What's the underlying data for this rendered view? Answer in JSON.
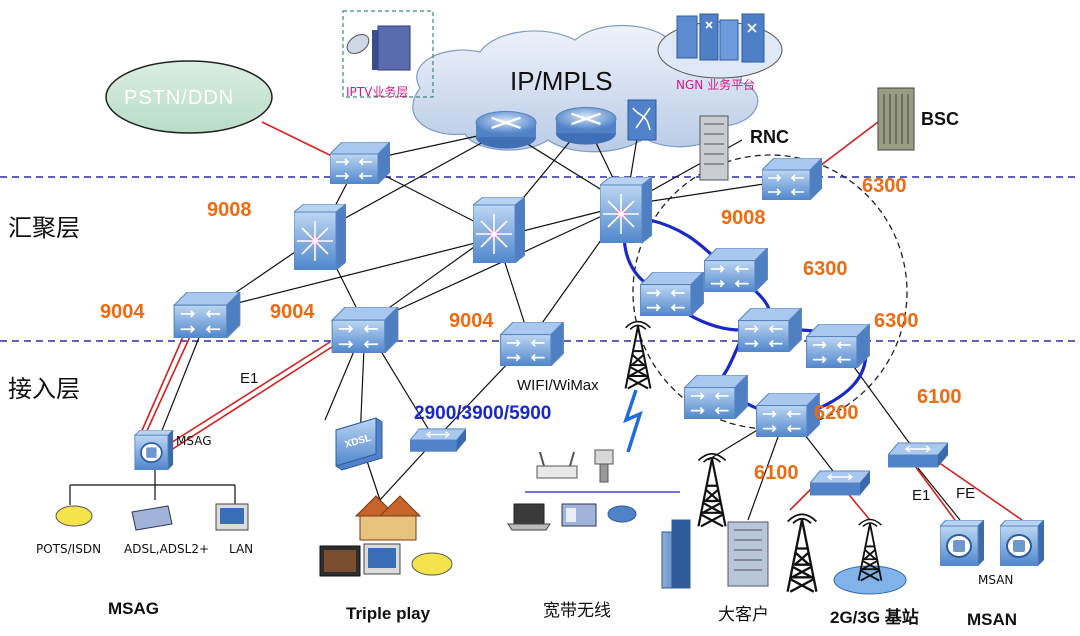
{
  "layers": {
    "aggregation": "汇聚层",
    "access": "接入层"
  },
  "cloud": {
    "title": "IP/MPLS"
  },
  "oval": {
    "label": "PSTN/DDN"
  },
  "platforms": {
    "iptv": "IPTV业务层",
    "ngn": "NGN 业务平台"
  },
  "nodes": {
    "rnc": "RNC",
    "bsc": "BSC",
    "msag_device": "MSAG",
    "msan_device": "MSAN"
  },
  "models": {
    "m9008_left": "9008",
    "m9008_right": "9008",
    "m9004_left": "9004",
    "m9004_mid": "9004",
    "m9004_right": "9004",
    "m6300_top": "6300",
    "m6300_mid": "6300",
    "m6300_right": "6300",
    "m6200": "6200",
    "m6100_right": "6100",
    "m6100_bottom": "6100",
    "series": "2900/3900/5900"
  },
  "links": {
    "e1_left": "E1",
    "e1_right": "E1",
    "fe": "FE"
  },
  "wireless": "WIFI/WiMax",
  "device_labels": {
    "xdsl": "XDSL",
    "pots": "POTS/ISDN",
    "adsl": "ADSL,ADSL2+",
    "lan": "LAN"
  },
  "captions": {
    "msag": "MSAG",
    "triple": "Triple play",
    "broadband": "宽带无线",
    "enterprise": "大客户",
    "basestation": "2G/3G 基站",
    "msan": "MSAN"
  },
  "colors": {
    "model_label": "#f06a10",
    "ring": "#1a28c8",
    "link_red": "#d42020",
    "layer_divider": "#2a2aa8",
    "device_blue": "#5c8fcf"
  }
}
